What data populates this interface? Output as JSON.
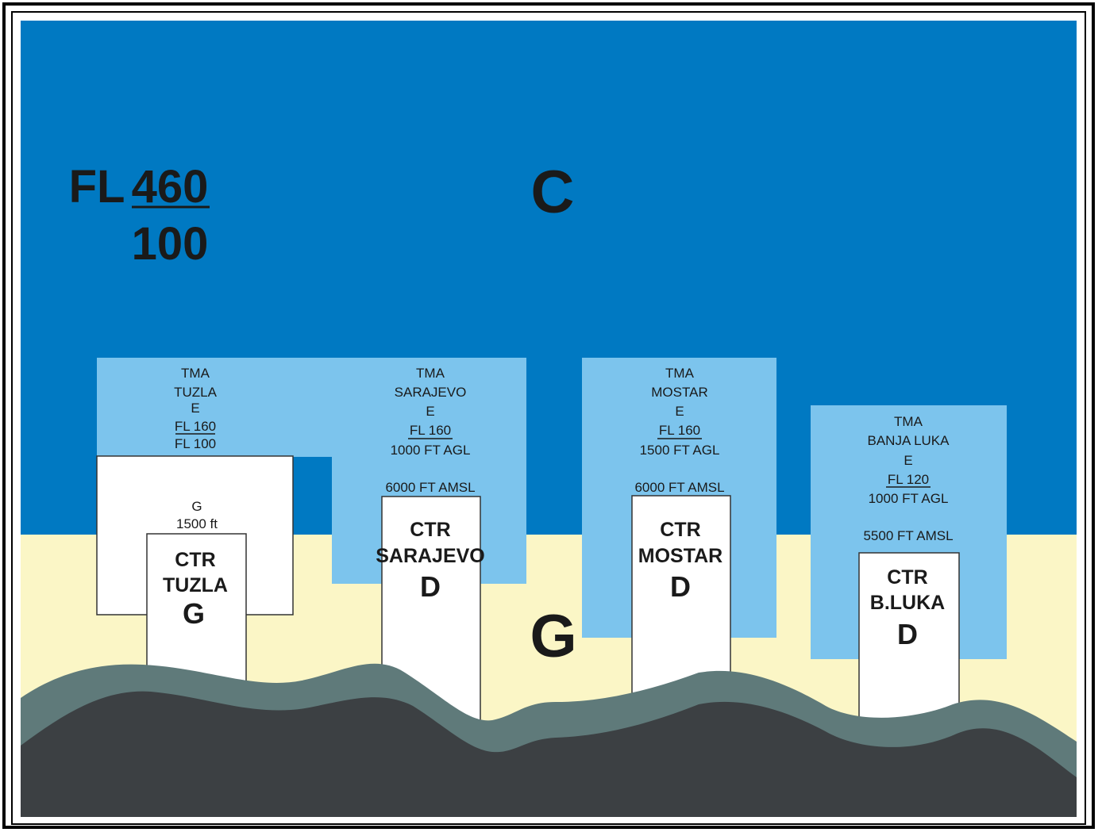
{
  "colors": {
    "upper_airspace": "#0079C2",
    "tma": "#7CC4ED",
    "ground_class": "#FBF6C6",
    "ctr": "#FFFFFF",
    "terrain": "#3C4043",
    "terrain_edge": "#5F7A7A",
    "outline": "#333333"
  },
  "upper": {
    "fl_prefix": "FL",
    "fl_upper": "460",
    "fl_lower": "100",
    "class": "C"
  },
  "ground": {
    "class": "G"
  },
  "tuzla": {
    "tma": {
      "line1": "TMA",
      "line2": "TUZLA",
      "class": "E",
      "upper": "FL 160",
      "lower": "FL 100"
    },
    "g_zone": {
      "class": "G",
      "limit": "1500 ft"
    },
    "ctr": {
      "line1": "CTR",
      "line2": "TUZLA",
      "class": "G"
    }
  },
  "sarajevo": {
    "tma": {
      "line1": "TMA",
      "line2": "SARAJEVO",
      "class": "E",
      "upper": "FL 160",
      "lower": "1000 FT AGL",
      "lower2": "6000 FT AMSL"
    },
    "ctr": {
      "line1": "CTR",
      "line2": "SARAJEVO",
      "class": "D"
    }
  },
  "mostar": {
    "tma": {
      "line1": "TMA",
      "line2": "MOSTAR",
      "class": "E",
      "upper": "FL 160",
      "lower": "1500 FT AGL",
      "lower2": "6000 FT AMSL"
    },
    "ctr": {
      "line1": "CTR",
      "line2": "MOSTAR",
      "class": "D"
    }
  },
  "banja_luka": {
    "tma": {
      "line1": "TMA",
      "line2": "BANJA LUKA",
      "class": "E",
      "upper": "FL 120",
      "lower": "1000 FT AGL",
      "lower2": "5500 FT AMSL"
    },
    "ctr": {
      "line1": "CTR",
      "line2": "B.LUKA",
      "class": "D"
    }
  }
}
